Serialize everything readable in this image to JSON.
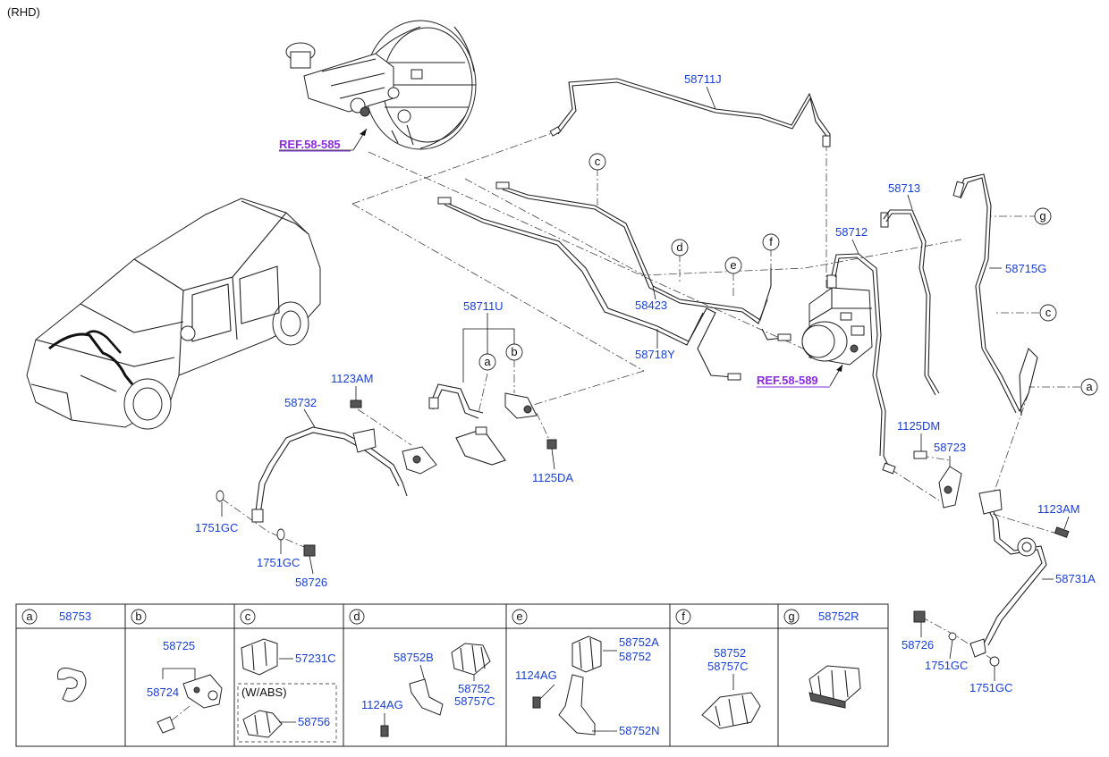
{
  "variant": "(RHD)",
  "refs": {
    "booster": "REF.58-585",
    "abs": "REF.58-589"
  },
  "labels": {
    "p58711J": "58711J",
    "p58713": "58713",
    "p58712": "58712",
    "p58715G": "58715G",
    "p58423": "58423",
    "p58718Y": "58718Y",
    "p58711U": "58711U",
    "p1123AM_left": "1123AM",
    "p58732": "58732",
    "p1125DA": "1125DA",
    "p1751GC_a": "1751GC",
    "p1751GC_b": "1751GC",
    "p58726_left": "58726",
    "p1125DM": "1125DM",
    "p58723": "58723",
    "p1123AM_right": "1123AM",
    "p58731A": "58731A",
    "p58726_right": "58726",
    "p1751GC_c": "1751GC",
    "p1751GC_d": "1751GC"
  },
  "callouts": {
    "c1": "c",
    "d1": "d",
    "e1": "e",
    "f1": "f",
    "g1": "g",
    "c2": "c",
    "a1": "a",
    "a2": "a",
    "b1": "b"
  },
  "table": {
    "headers": [
      {
        "letter": "a",
        "part": "58753"
      },
      {
        "letter": "b",
        "part": ""
      },
      {
        "letter": "c",
        "part": ""
      },
      {
        "letter": "d",
        "part": ""
      },
      {
        "letter": "e",
        "part": ""
      },
      {
        "letter": "f",
        "part": ""
      },
      {
        "letter": "g",
        "part": "58752R"
      }
    ],
    "cell_b": {
      "top": "58725",
      "mid": "58724"
    },
    "cell_c": {
      "top": "57231C",
      "abs_note": "(W/ABS)",
      "bottom": "58756"
    },
    "cell_d": {
      "top": "58752B",
      "bolt": "1124AG",
      "right1": "58752",
      "right2": "58757C"
    },
    "cell_e": {
      "bolt": "1124AG",
      "top1": "58752A",
      "top2": "58752",
      "bottom": "58752N"
    },
    "cell_f": {
      "line1": "58752",
      "line2": "58757C"
    }
  },
  "colors": {
    "part_label": "#1a3fd6",
    "ref_label": "#8a2be2",
    "line": "#222222"
  }
}
